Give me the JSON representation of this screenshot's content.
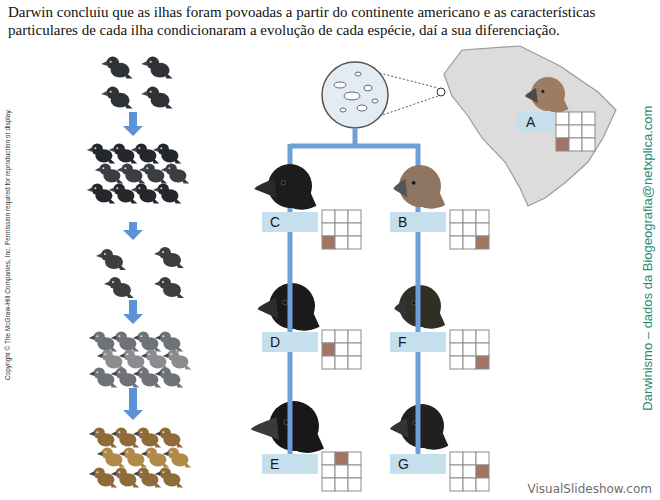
{
  "diagram": {
    "title": "Darwin concluiu que as ilhas foram povoadas a partir do continente americano e as características particulares de cada ilha condicionaram a evolução de cada espécie, daí a sua diferenciação.",
    "nodes": [
      {
        "text": [
          "A"
        ]
      },
      {
        "text": [
          "C"
        ]
      },
      {
        "text": [
          "B"
        ]
      },
      {
        "text": [
          "D"
        ]
      },
      {
        "text": [
          "F"
        ]
      },
      {
        "text": [
          "E"
        ]
      },
      {
        "text": [
          "G"
        ]
      }
    ],
    "edges": [
      {
        "from": 1,
        "to": 3,
        "arrow": "none"
      },
      {
        "from": 3,
        "to": 5,
        "arrow": "none"
      },
      {
        "from": 2,
        "to": 4,
        "arrow": "none"
      },
      {
        "from": 4,
        "to": 6,
        "arrow": "none"
      }
    ],
    "labels": [
      "Copyright © The McGraw-Hill Companies, Inc. Permission required for reproduction or display.",
      "Darwinismo – dados da Biogeografia@netxplica.com",
      "VisualSlideshow.com"
    ]
  }
}
